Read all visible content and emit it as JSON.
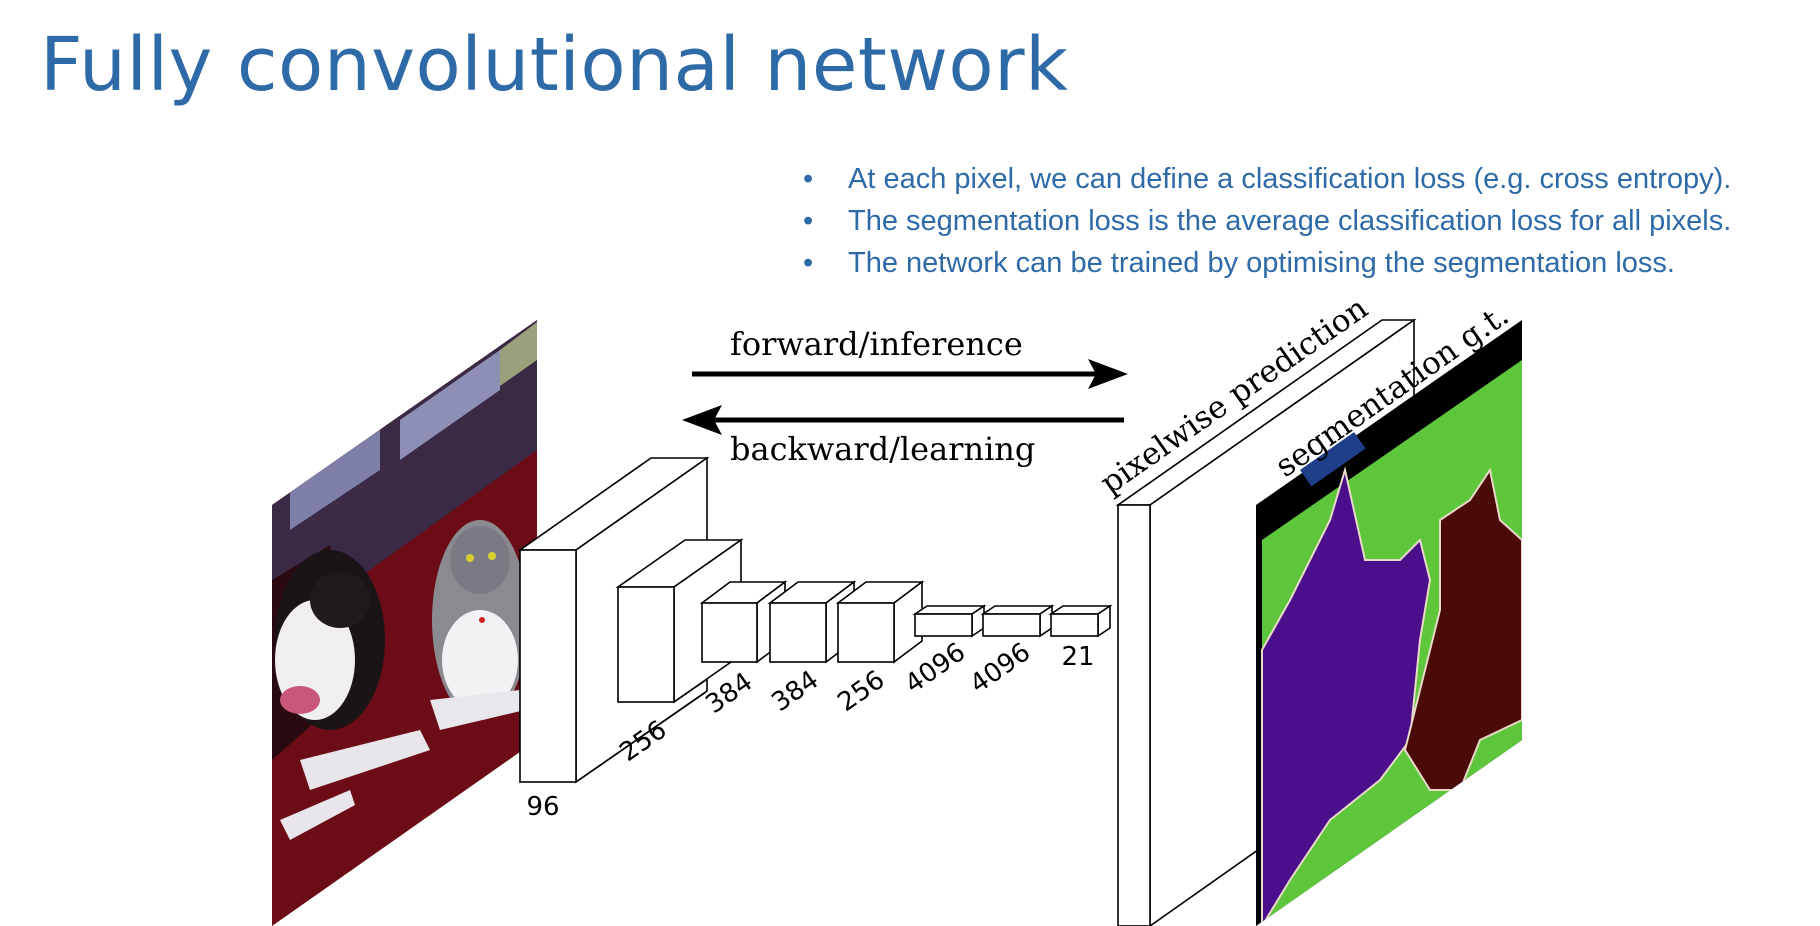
{
  "slide": {
    "title": "Fully convolutional network",
    "bullets": [
      "At each pixel, we can define a classification loss (e.g. cross entropy).",
      "The segmentation loss is the average classification loss for all pixels.",
      "The network can be trained by optimising the segmentation loss."
    ]
  },
  "diagram": {
    "forward_label": "forward/inference",
    "backward_label": "backward/learning",
    "prediction_label": "pixelwise prediction",
    "gt_label": "segmentation g.t.",
    "layer_labels": [
      "96",
      "256",
      "384",
      "384",
      "256",
      "4096",
      "4096",
      "21"
    ]
  },
  "colors": {
    "title": "#2e6aa8",
    "bullet_text": "#2e6aa8",
    "gt_background": "#5dc63a",
    "gt_dog": "#4b0f8c",
    "gt_cat": "#4a0a07",
    "gt_void": "#000000",
    "gt_marker": "#1f3f8a",
    "photo_sofa": "#6b0c16"
  }
}
